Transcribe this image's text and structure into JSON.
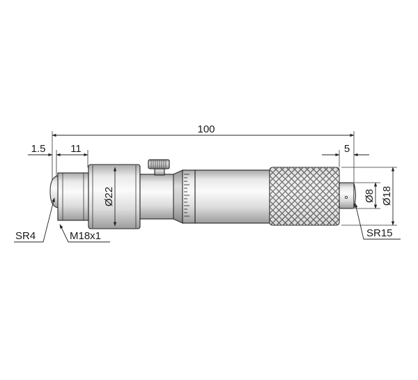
{
  "drawing": {
    "dimensions": {
      "overall_length": "100",
      "head_offset": "1.5",
      "thread_length": "11",
      "anvil_length": "5",
      "head_diameter": "Ø22",
      "anvil_diameter": "Ø8",
      "thimble_diameter": "Ø18"
    },
    "callouts": {
      "left_radius": "SR4",
      "thread_spec": "M18x1",
      "right_radius": "SR15"
    }
  },
  "colors": {
    "line": "#222222",
    "body_light": "#f4f4f4",
    "body_dark": "#b8b8b8",
    "knurl": "#6e6e6e"
  }
}
